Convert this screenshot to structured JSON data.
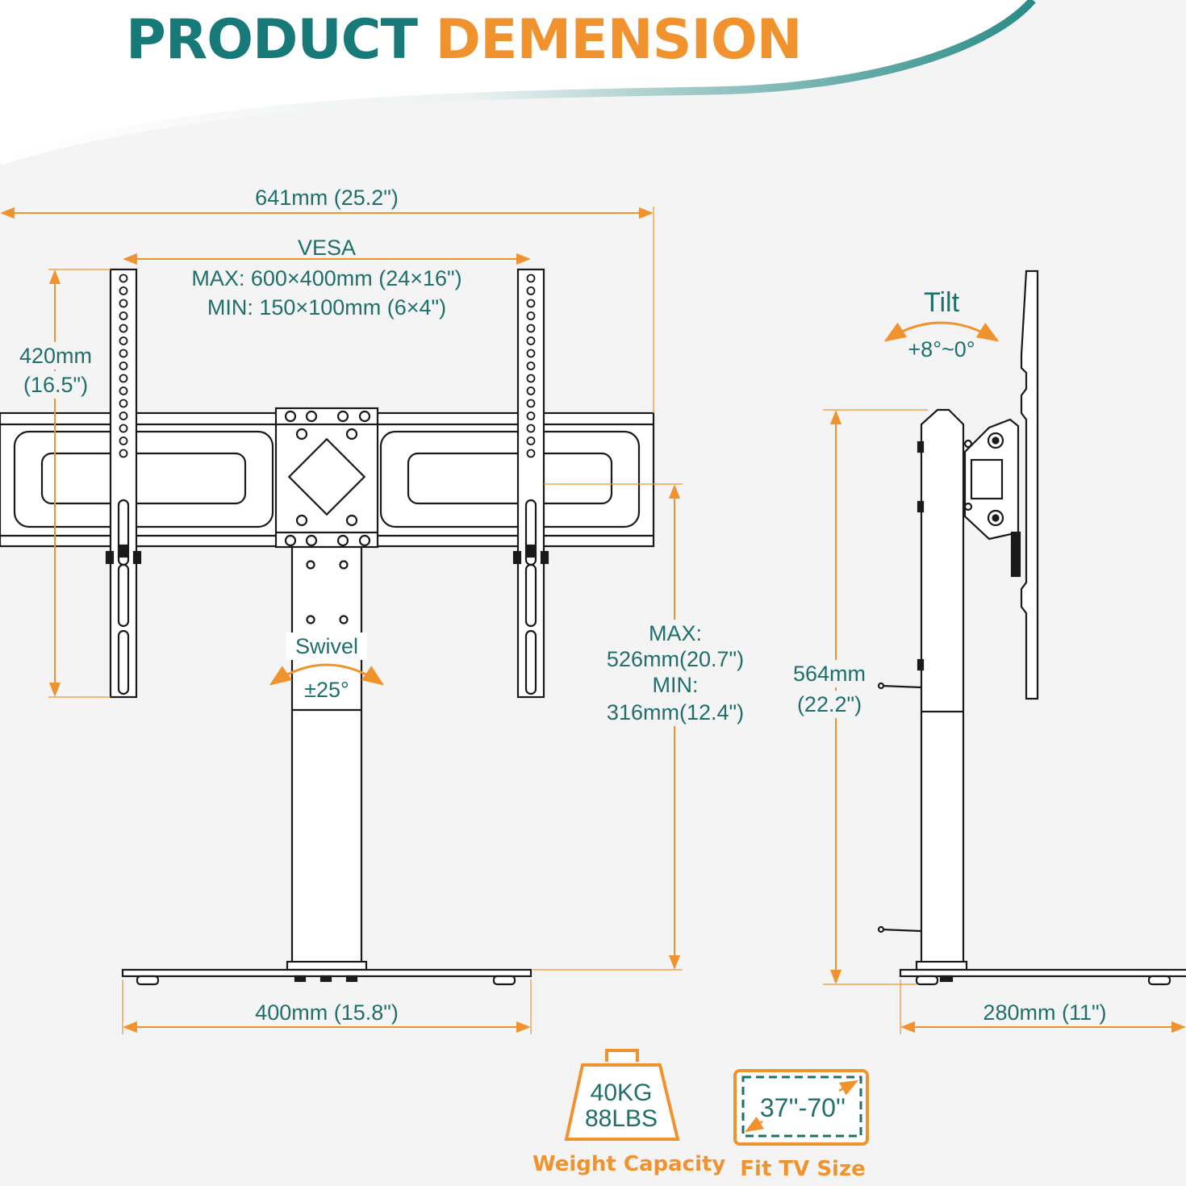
{
  "title": {
    "part1": "PRODUCT",
    "part2": "DEMENSION"
  },
  "dimensions": {
    "overall_width": "641mm (25.2\")",
    "vesa_heading": "VESA",
    "vesa_max": "MAX: 600×400mm (24×16\")",
    "vesa_min": "MIN: 150×100mm (6×4\")",
    "bracket_height_mm": "420mm",
    "bracket_height_in": "(16.5\")",
    "swivel_label": "Swivel",
    "swivel_range": "±25°",
    "height_max_label": "MAX:",
    "height_max_value": "526mm(20.7\")",
    "height_min_label": "MIN:",
    "height_min_value": "316mm(12.4\")",
    "base_width": "400mm (15.8\")",
    "tilt_label": "Tilt",
    "tilt_range": "+8°~0°",
    "side_height_mm": "564mm",
    "side_height_in": "(22.2\")",
    "base_depth": "280mm (11\")"
  },
  "badges": {
    "weight_kg": "40KG",
    "weight_lbs": "88LBS",
    "weight_caption": "Weight Capacity",
    "tv_size": "37''-70''",
    "tv_caption": "Fit TV Size"
  },
  "colors": {
    "teal": "#177a78",
    "orange": "#f0932e",
    "line": "#1a1a1a"
  }
}
